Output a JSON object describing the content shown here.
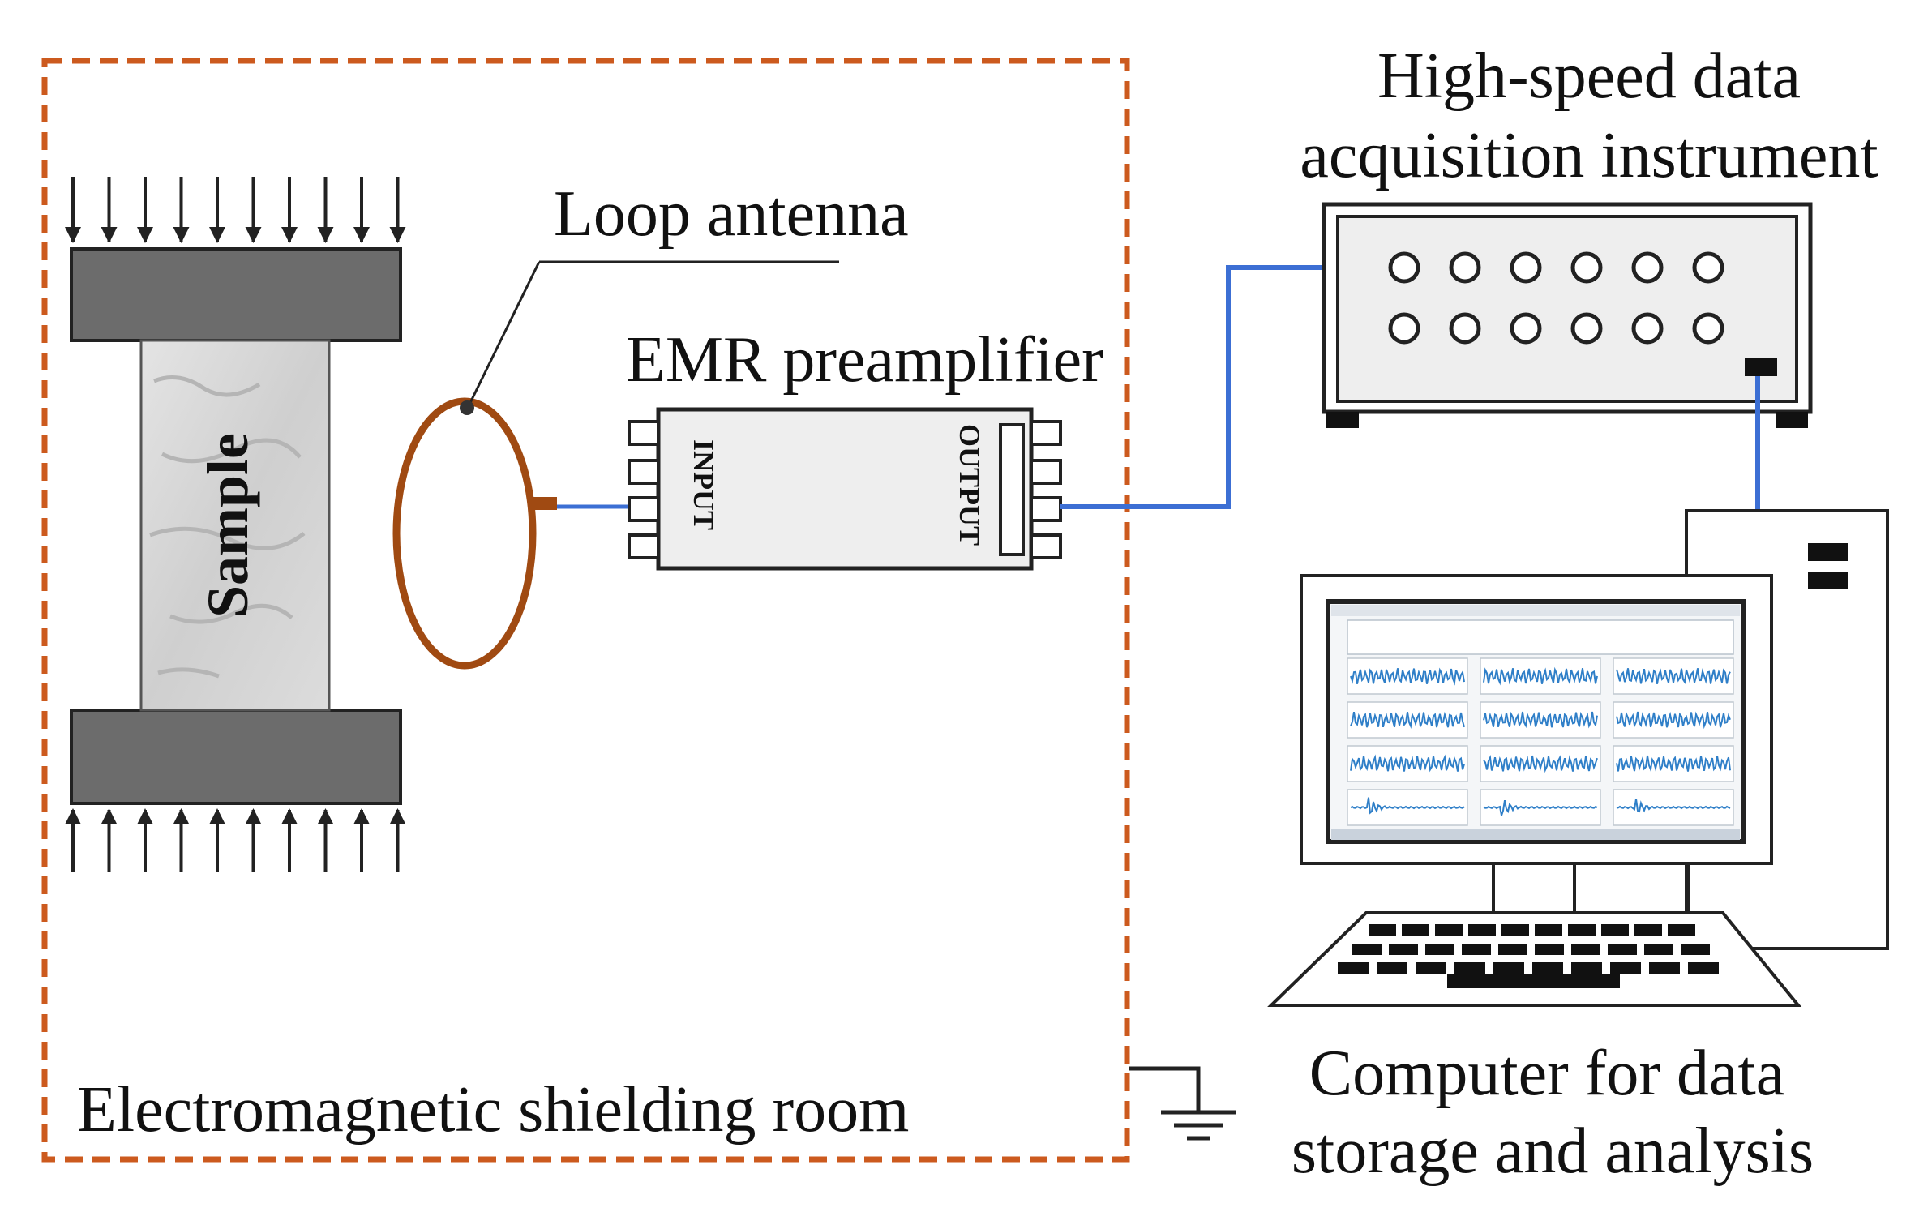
{
  "labels": {
    "shielding_room": "Electromagnetic shielding room",
    "loop_antenna": "Loop antenna",
    "preamplifier": "EMR preamplifier",
    "input_port": "INPUT",
    "output_port": "OUTPUT",
    "sample": "Sample",
    "daq_line1": "High-speed data",
    "daq_line2": "acquisition instrument",
    "computer_line1": "Computer for data",
    "computer_line2": "storage and analysis"
  },
  "colors": {
    "shield_border": "#cc5a1e",
    "antenna": "#a04a12",
    "cable": "#3c6fd4",
    "platen": "#6c6c6c",
    "signal": "#2f7fc8",
    "outline": "#222222"
  },
  "icons": {
    "load_arrows": "downward-and-upward-arrow-rows",
    "ground": "ground-symbol"
  }
}
